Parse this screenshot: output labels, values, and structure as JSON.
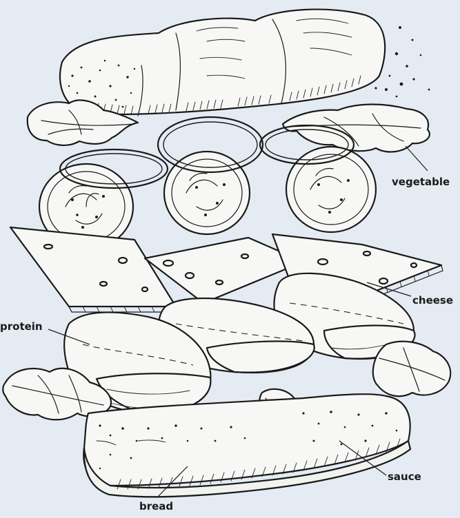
{
  "labels": {
    "vegetable": "vegetable",
    "cheese": "cheese",
    "protein": "protein",
    "sauce": "sauce",
    "bread": "bread"
  },
  "colors": {
    "background": "#e4ebf3",
    "ink": "#1a1a1a",
    "paper": "#f7f7f5"
  }
}
